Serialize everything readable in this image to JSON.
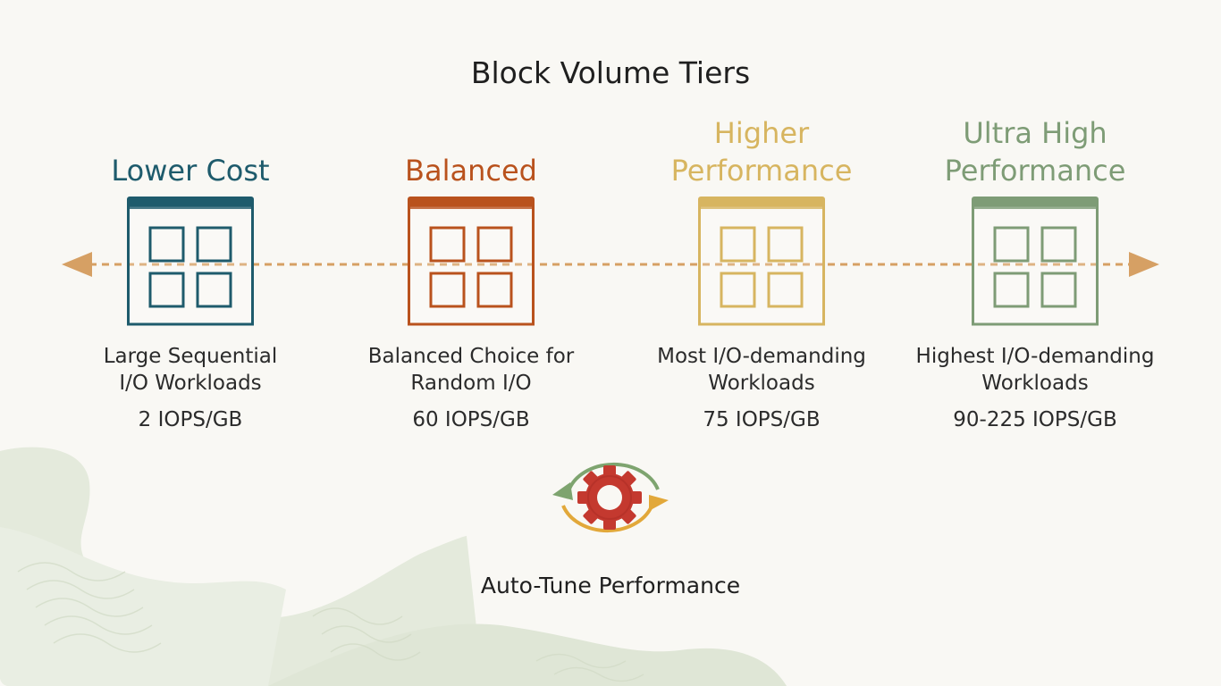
{
  "slide": {
    "title": "Block Volume Tiers"
  },
  "tiers": [
    {
      "heading": [
        "Lower Cost"
      ],
      "description": [
        "Large Sequential",
        "I/O Workloads"
      ],
      "iops": "2 IOPS/GB",
      "color": "#1e5b6c"
    },
    {
      "heading": [
        "Balanced"
      ],
      "description": [
        "Balanced Choice for",
        "Random I/O"
      ],
      "iops": "60 IOPS/GB",
      "color": "#b9521d"
    },
    {
      "heading": [
        "Higher",
        "Performance"
      ],
      "description": [
        "Most I/O-demanding",
        "Workloads"
      ],
      "iops": "75 IOPS/GB",
      "color": "#d7b560"
    },
    {
      "heading": [
        "Ultra High",
        "Performance"
      ],
      "description": [
        "Highest I/O-demanding",
        "Workloads"
      ],
      "iops": "90-225 IOPS/GB",
      "color": "#7e9c76"
    }
  ],
  "axis": {
    "color": "#d6a064",
    "icons": [
      "left-arrowhead-icon",
      "right-arrowhead-icon"
    ]
  },
  "autotune": {
    "label": "Auto-Tune Performance",
    "icon": "gear-cycle-icon",
    "gear_color": "#c4392f",
    "arrow_colors": [
      "#7ea46f",
      "#e2a83a"
    ]
  },
  "background": {
    "wash_color": "#e3e9dc"
  }
}
